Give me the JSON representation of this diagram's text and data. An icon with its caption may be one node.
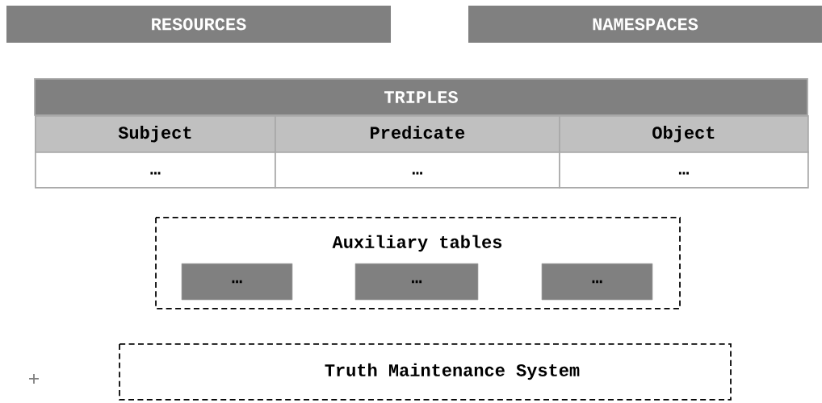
{
  "diagram": {
    "nodes": [
      {
        "text": [
          "RESOURCES"
        ]
      },
      {
        "text": [
          "NAMESPACES"
        ]
      },
      {
        "text": [
          "TRIPLES"
        ]
      },
      {
        "text": [
          "Auxiliary tables"
        ]
      },
      {
        "text": [
          "…"
        ],
        "in": 3
      },
      {
        "text": [
          "…"
        ],
        "in": 3
      },
      {
        "text": [
          "…"
        ],
        "in": 3
      },
      {
        "text": [
          "Truth Maintenance System"
        ]
      }
    ],
    "edges": [],
    "labels": [
      "Subject",
      "Predicate",
      "Object",
      "…",
      "…",
      "…",
      "+"
    ]
  }
}
